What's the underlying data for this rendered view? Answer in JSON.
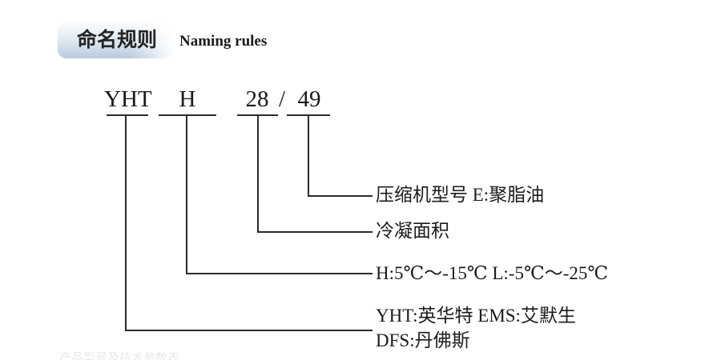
{
  "header": {
    "badge_label": "命名规则",
    "subtitle": "Naming rules",
    "badge_color": "#b7cbdd"
  },
  "model_code": {
    "segments": [
      {
        "id": "yht",
        "text": "YHT"
      },
      {
        "id": "h",
        "text": "H"
      },
      {
        "id": "num28",
        "text": "28"
      },
      {
        "id": "slash",
        "text": "/"
      },
      {
        "id": "num49",
        "text": "49"
      }
    ]
  },
  "callouts": [
    {
      "id": "compressor-model",
      "source": "49",
      "text": "压缩机型号  E:聚脂油"
    },
    {
      "id": "condensing-area",
      "source": "28",
      "text": "冷凝面积"
    },
    {
      "id": "temperature-range",
      "source": "H",
      "text": "H:5℃～-15℃  L:-5℃～-25℃"
    },
    {
      "id": "brand-line1",
      "source": "YHT",
      "text": "YHT:英华特  EMS:艾默生"
    },
    {
      "id": "brand-line2",
      "source": "YHT",
      "text": "DFS:丹佛斯"
    }
  ],
  "bottom_clipped": {
    "text": "产品型号及技术参数表"
  },
  "line_color": "#2b2b2b"
}
